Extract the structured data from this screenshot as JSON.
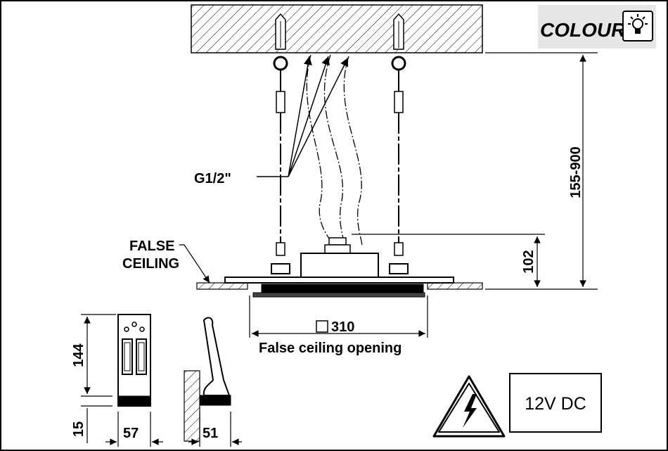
{
  "labels": {
    "colour": "COLOUR",
    "thread": "G1/2\"",
    "false_ceiling_line1": "FALSE",
    "false_ceiling_line2": "CEILING",
    "opening_size": "310",
    "opening_caption": "False ceiling opening",
    "voltage": "12V DC"
  },
  "dimensions": {
    "suspension_range": "155-900",
    "body_height": "102",
    "control_height": "144",
    "control_base": "15",
    "control_width": "57",
    "control_depth": "51"
  },
  "icons": [
    "bulb-icon",
    "high-voltage-warning-icon"
  ],
  "colors": {
    "hatch": "#000000",
    "colour_badge_bg": "#e6e6e6"
  }
}
